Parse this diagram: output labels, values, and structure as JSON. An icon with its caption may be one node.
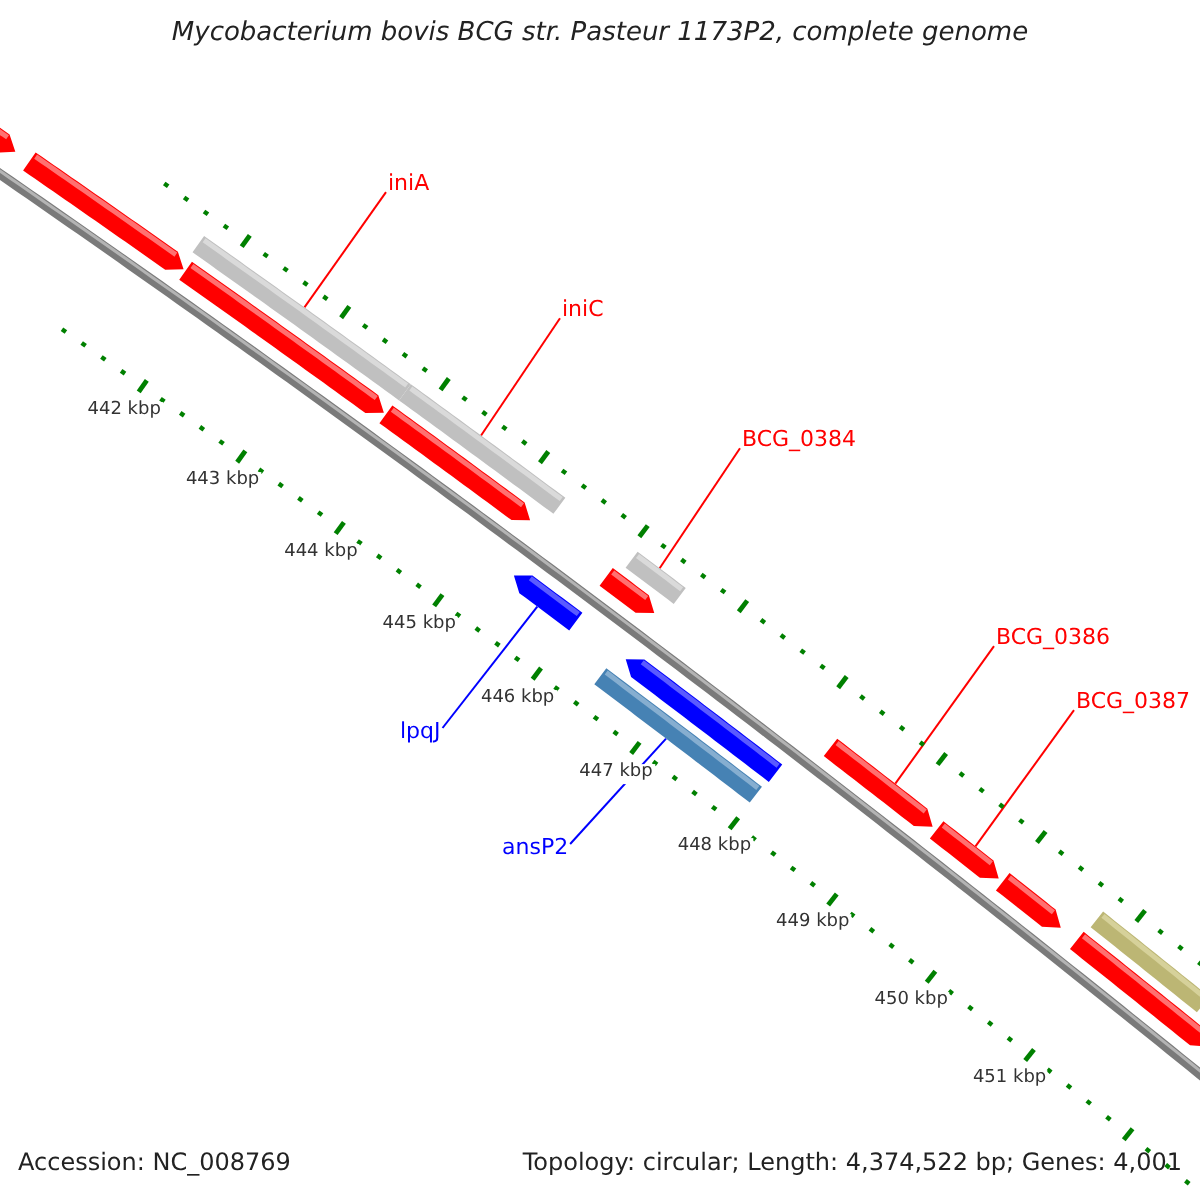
{
  "diagram": {
    "title": "Mycobacterium bovis BCG str. Pasteur 1173P2, complete genome",
    "nodes": [
      {
        "text": [
          "iniA"
        ]
      },
      {
        "text": [
          "iniC"
        ]
      },
      {
        "text": [
          "BCG_0384"
        ]
      },
      {
        "text": [
          "BCG_0386"
        ]
      },
      {
        "text": [
          "BCG_0387"
        ]
      },
      {
        "text": [
          "lpqJ"
        ]
      },
      {
        "text": [
          "ansP2"
        ]
      },
      {
        "text": [],
        "shape": "bar"
      },
      {
        "text": [],
        "shape": "bar"
      },
      {
        "text": [],
        "shape": "bar"
      },
      {
        "text": [],
        "shape": "bar"
      },
      {
        "text": [],
        "shape": "bar"
      },
      {
        "text": [],
        "shape": "bar"
      },
      {
        "text": [],
        "shape": "bar"
      },
      {
        "text": [],
        "shape": "bar"
      },
      {
        "text": [],
        "shape": "bar"
      },
      {
        "text": [],
        "shape": "bar"
      },
      {
        "text": [],
        "shape": "bar"
      },
      {
        "text": [],
        "shape": "bar"
      },
      {
        "text": [],
        "shape": "bar"
      },
      {
        "text": [],
        "shape": "bar"
      },
      {
        "text": [],
        "shape": "bar"
      },
      {
        "text": [],
        "shape": "bar"
      }
    ],
    "edges": [
      {
        "from": 0,
        "to": 9,
        "arrow": "none"
      },
      {
        "from": 1,
        "to": 11,
        "arrow": "none"
      },
      {
        "from": 2,
        "to": 15,
        "arrow": "none"
      },
      {
        "from": 3,
        "to": 18,
        "arrow": "none"
      },
      {
        "from": 4,
        "to": 19,
        "arrow": "none"
      },
      {
        "from": 5,
        "to": 13,
        "arrow": "none",
        "color": "#0000ff"
      },
      {
        "from": 6,
        "to": 16,
        "arrow": "none",
        "color": "#0000ff"
      }
    ],
    "labels": [
      "442 kbp",
      "443 kbp",
      "444 kbp",
      "445 kbp",
      "446 kbp",
      "447 kbp",
      "448 kbp",
      "449 kbp",
      "450 kbp",
      "451 kbp",
      "Accession: NC_008769",
      "Topology: circular; Length: 4,374,522 bp; Genes: 4,001"
    ]
  }
}
